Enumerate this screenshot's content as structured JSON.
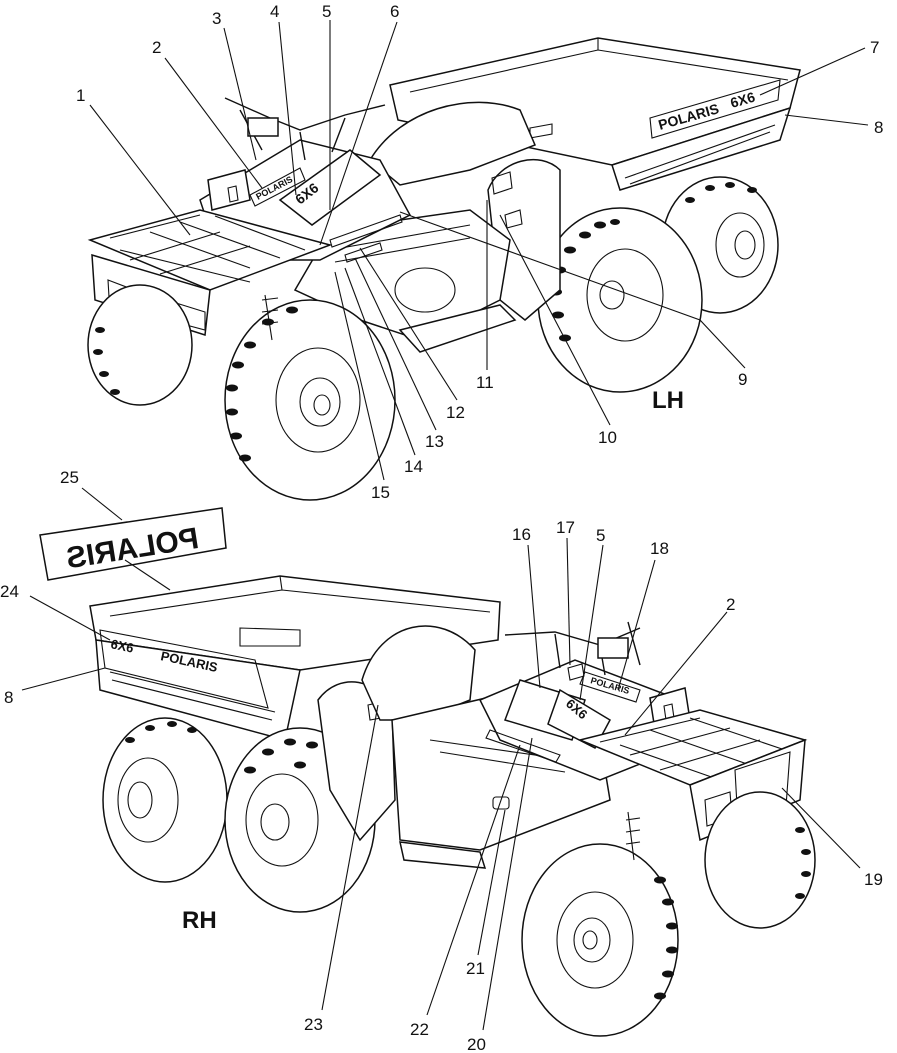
{
  "views": {
    "lh": {
      "label": "LH"
    },
    "rh": {
      "label": "RH"
    }
  },
  "decal_text": {
    "brand": "POLARIS",
    "model": "6X6",
    "brand_mirrored": "POLARIS"
  },
  "callouts": {
    "lh": [
      "1",
      "2",
      "3",
      "4",
      "5",
      "6",
      "7",
      "8",
      "9",
      "10",
      "11",
      "12",
      "13",
      "14",
      "15"
    ],
    "rh": [
      "25",
      "24",
      "8",
      "16",
      "17",
      "5",
      "18",
      "2",
      "19",
      "21",
      "23",
      "22",
      "20"
    ]
  }
}
